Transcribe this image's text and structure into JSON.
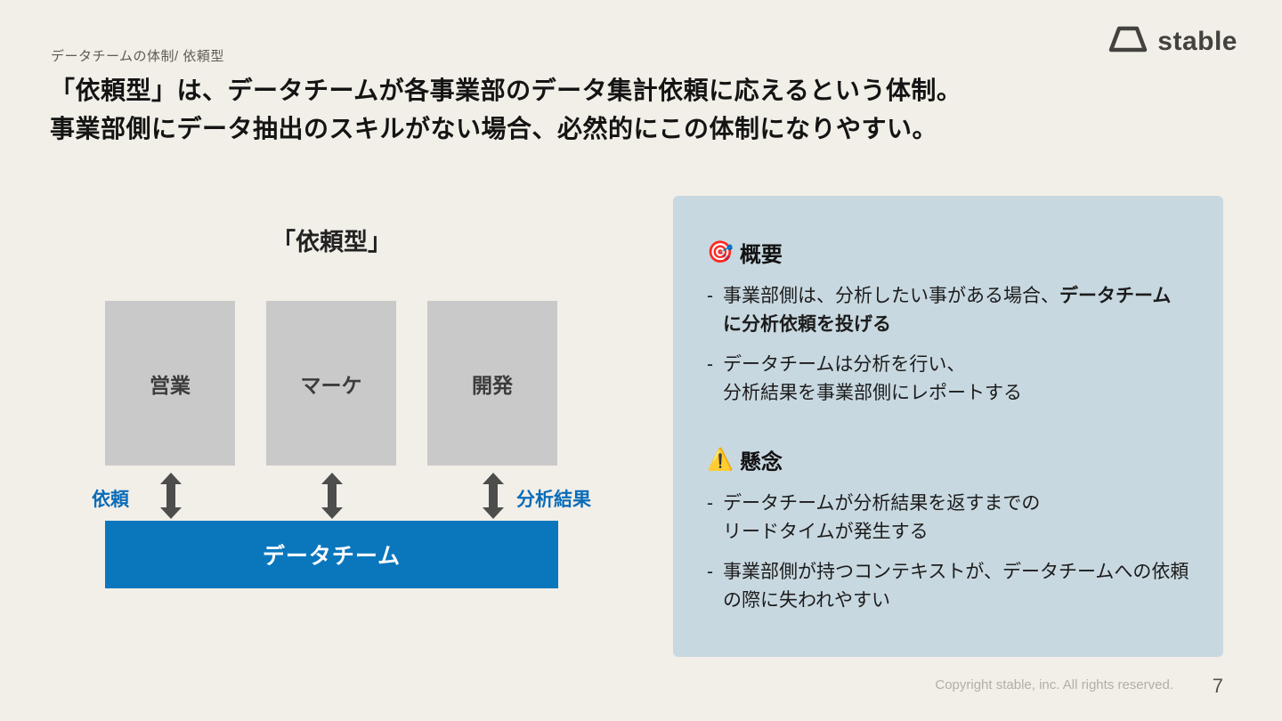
{
  "slide": {
    "eyebrow": "データチームの体制/ 依頼型",
    "title_lines": [
      "「依頼型」は、データチームが各事業部のデータ集計依頼に応えるという体制。",
      "事業部側にデータ抽出のスキルがない場合、必然的にこの体制になりやすい。"
    ],
    "footer": {
      "copyright": "Copyright stable, inc. All rights reserved.",
      "page_number": "7"
    }
  },
  "logo": {
    "text": "stable"
  },
  "diagram": {
    "title": "「依頼型」",
    "boxes": [
      {
        "label": "営業"
      },
      {
        "label": "マーケ"
      },
      {
        "label": "開発"
      }
    ],
    "left_arrow_label": "依頼",
    "right_arrow_label": "分析結果",
    "team_label": "データチーム"
  },
  "panel": {
    "sections": [
      {
        "icon": "🎯",
        "heading": "概要",
        "items": [
          {
            "marker": "-",
            "text": "事業部側は、分析したい事がある場合、",
            "bold": "データチームに分析依頼を投げる"
          },
          {
            "marker": "-",
            "text": "データチームは分析を行い、\n分析結果を事業部側にレポートする",
            "bold": ""
          }
        ]
      },
      {
        "icon": "⚠️",
        "heading": "懸念",
        "items": [
          {
            "marker": "-",
            "text": "データチームが分析結果を返すまでの\nリードタイムが発生する",
            "bold": ""
          },
          {
            "marker": "-",
            "text": "事業部側が持つコンテキストが、データチームへの依頼の際に失われやすい",
            "bold": ""
          }
        ]
      }
    ]
  },
  "colors": {
    "bg": "#f2efe8",
    "accent_blue": "#0a77bd",
    "label_blue": "#0a6cb8",
    "panel_bg": "#c8d8e0",
    "box_gray": "#c9c9c9",
    "arrow_gray": "#4d4d4d"
  }
}
